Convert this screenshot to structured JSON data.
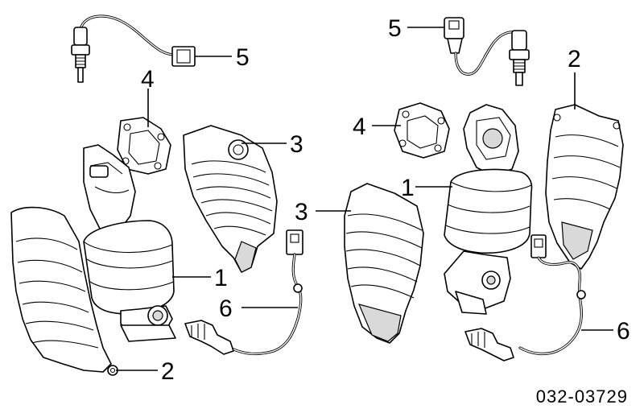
{
  "callouts": {
    "left_o2_sensor_upper": "5",
    "left_gasket": "4",
    "left_upper_heat_shield": "3",
    "left_converter": "1",
    "left_lower_o2_sensor": "6",
    "left_lower_heat_shield": "2",
    "right_o2_sensor_upper": "5",
    "right_upper_heat_shield": "2",
    "right_gasket": "4",
    "right_converter": "1",
    "right_lower_heat_shield": "3",
    "right_lower_o2_sensor": "6"
  },
  "diagram_code": "032-03729",
  "colors": {
    "line": "#000000",
    "fill": "#ffffff",
    "shade": "#d9d9d9"
  }
}
